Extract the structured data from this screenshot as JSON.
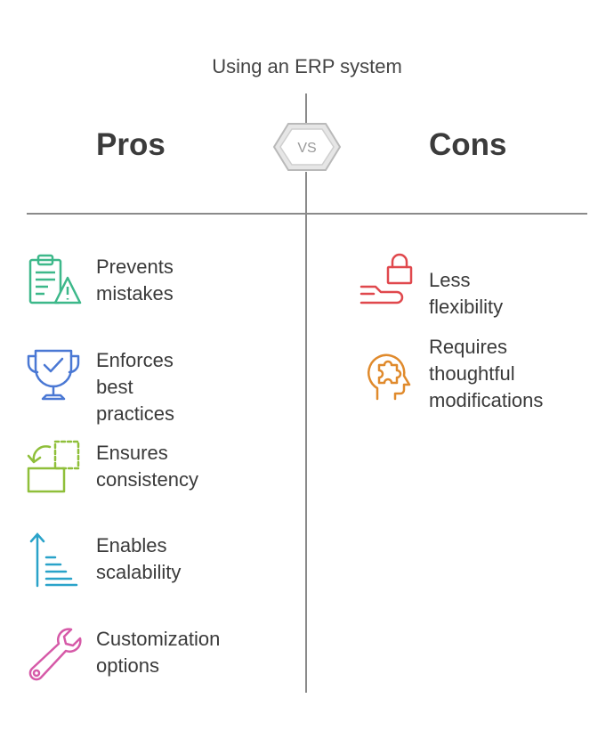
{
  "title": "Using an ERP system",
  "pros": {
    "heading": "Pros",
    "items": [
      {
        "label": "Prevents\nmistakes",
        "icon": "clipboard-warning-icon",
        "color": "#3db88a"
      },
      {
        "label": "Enforces best\npractices",
        "icon": "trophy-check-icon",
        "color": "#4a78d4"
      },
      {
        "label": "Ensures\nconsistency",
        "icon": "copy-arrow-icon",
        "color": "#8fbf3a"
      },
      {
        "label": "Enables\nscalability",
        "icon": "ascending-list-icon",
        "color": "#2aa3c9"
      },
      {
        "label": "Customization\noptions",
        "icon": "wrench-icon",
        "color": "#d65aa8"
      }
    ]
  },
  "vs": "VS",
  "cons": {
    "heading": "Cons",
    "items": [
      {
        "label": "Less flexibility",
        "icon": "lock-hand-icon",
        "color": "#e0484d"
      },
      {
        "label": "Requires\nthoughtful\nmodifications",
        "icon": "head-puzzle-icon",
        "color": "#e08a2c"
      }
    ]
  }
}
